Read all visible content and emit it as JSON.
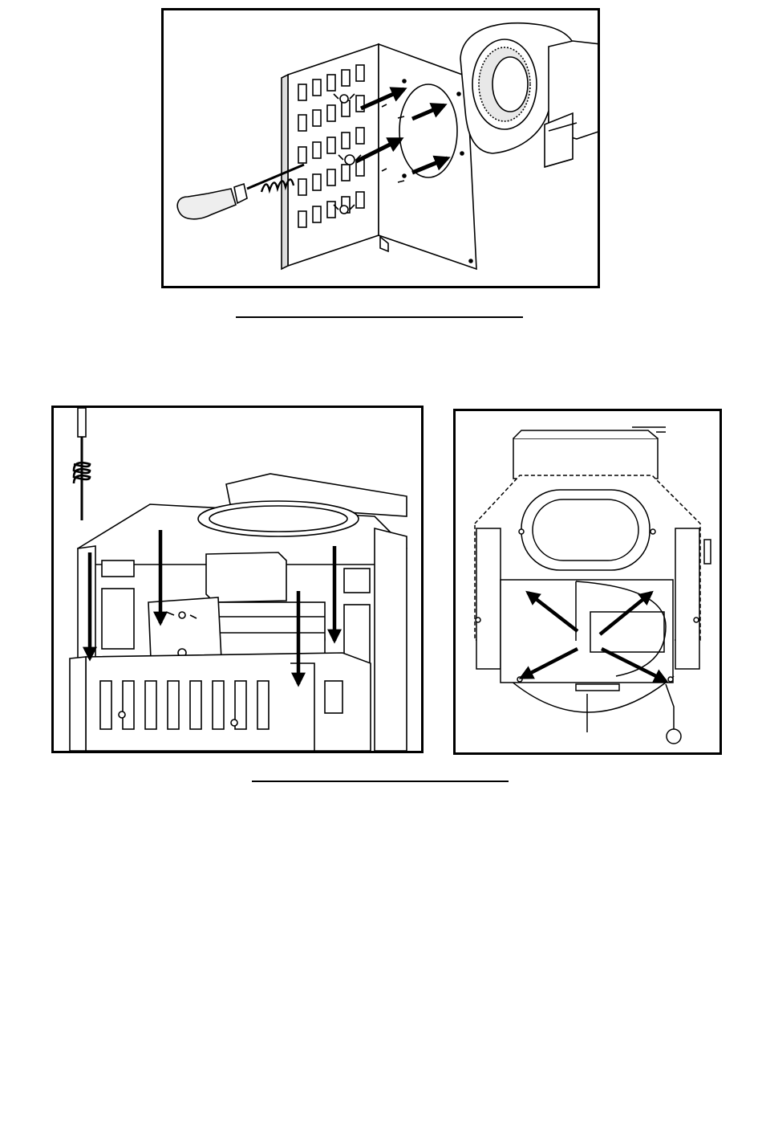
{
  "colors": {
    "ink": "#000000",
    "paper": "#ffffff",
    "shade": "#cfcfcf",
    "mid": "#9a9a9a"
  },
  "figures": [
    {
      "id": "blower-mounting",
      "icons": [
        "screwdriver-icon",
        "spring-icon",
        "blower-icon",
        "arrow-icon"
      ]
    },
    {
      "id": "blower-installation",
      "icons": [
        "screwdriver-icon",
        "spring-icon",
        "arrow-icon"
      ]
    },
    {
      "id": "blower-rear-view",
      "icons": [
        "arrow-icon",
        "cord-icon"
      ]
    }
  ]
}
